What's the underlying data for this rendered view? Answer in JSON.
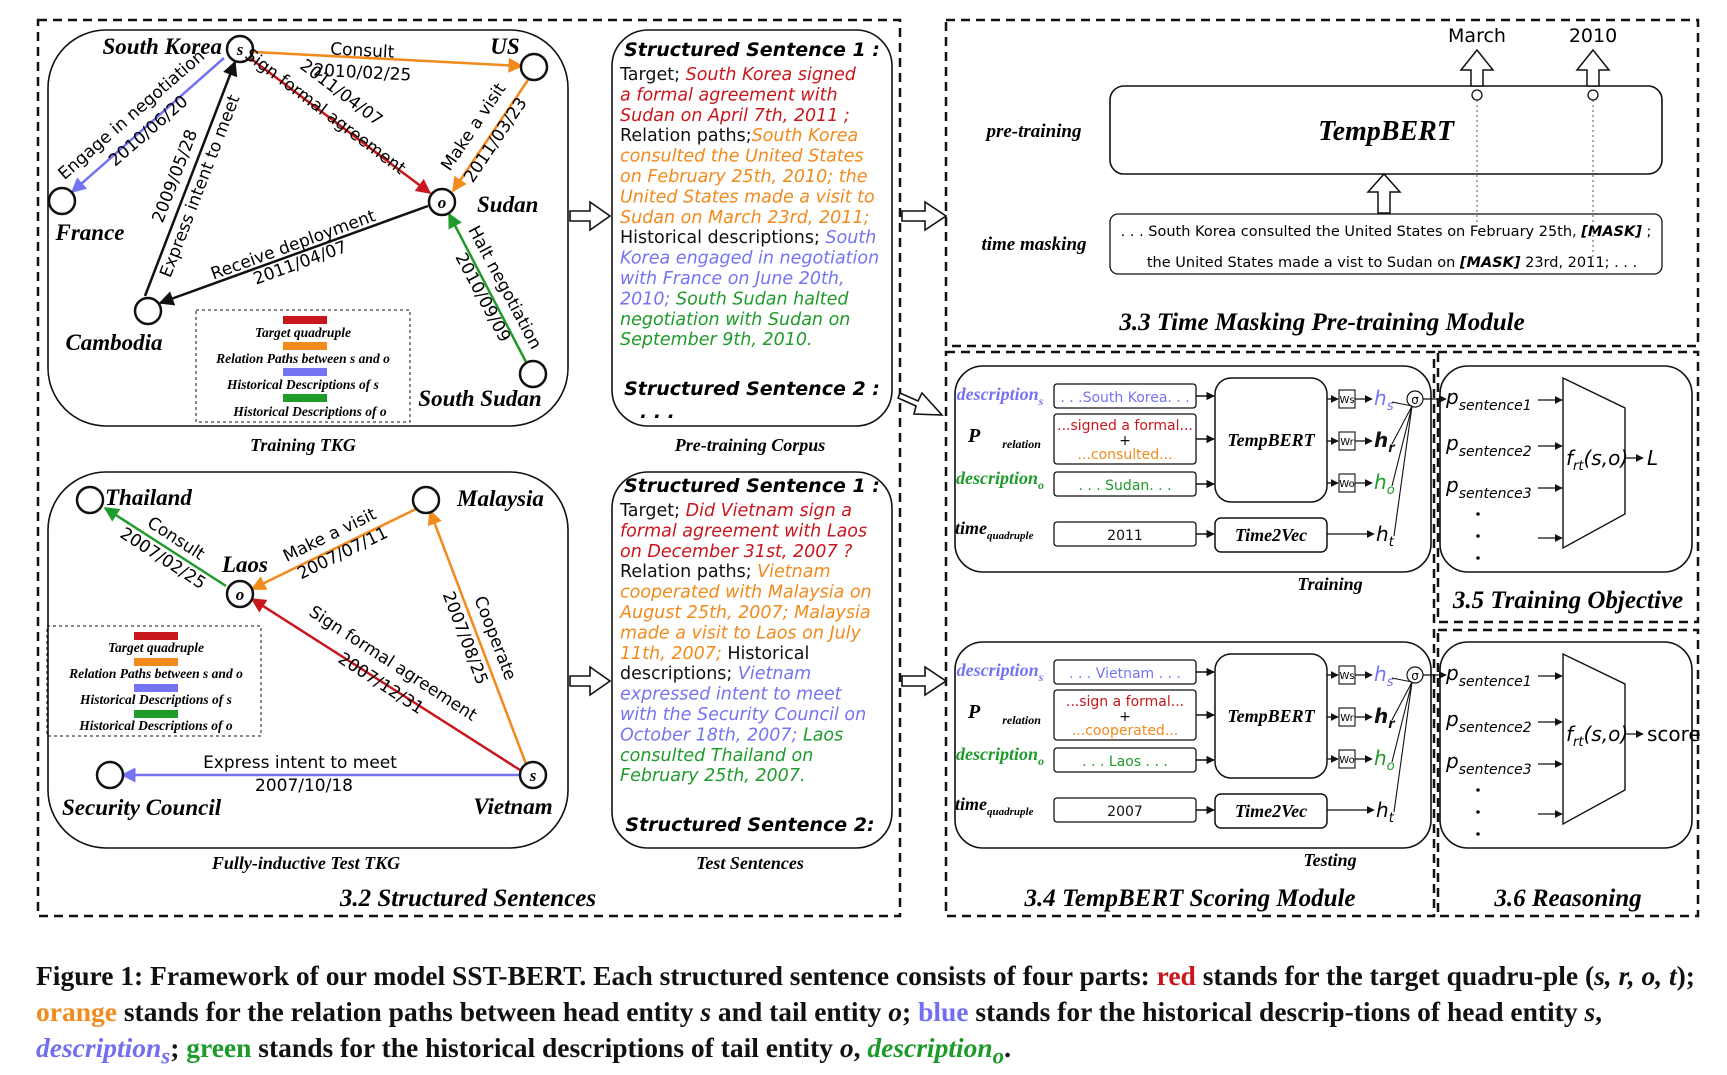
{
  "colors": {
    "red": "#c8171c",
    "orange": "#f28a1c",
    "blue": "#7474f2",
    "green": "#1f9b2b",
    "black": "#111111"
  },
  "sections": {
    "structured_sentences": "3.2 Structured Sentences",
    "time_masking": "3.3 Time Masking Pre-training Module",
    "scoring": "3.4 TempBERT Scoring Module",
    "training_objective": "3.5 Training Objective",
    "reasoning": "3.6 Reasoning"
  },
  "training_tkg": {
    "label": "Training TKG",
    "nodes": {
      "s_letter": "s",
      "o_letter": "o",
      "south_korea": "South Korea",
      "us": "US",
      "sudan": "Sudan",
      "france": "France",
      "cambodia": "Cambodia",
      "south_sudan": "South Sudan"
    },
    "edges": {
      "consult": "Consult",
      "consult_date": "2010/02/25",
      "sign": "Sign formal agreement",
      "sign_date": "2011/04/07",
      "visit": "Make a visit",
      "visit_date": "2011/03/23",
      "engage": "Engage in negotiation",
      "engage_date": "2010/06/20",
      "express": "Express intent to meet",
      "express_date": "2009/05/28",
      "receive": "Receive deployment",
      "receive_date": "2011/04/07",
      "halt": "Halt negotiation",
      "halt_date": "2010/09/09"
    },
    "legend": [
      "Target quadruple",
      "Relation Paths between s and o",
      "Historical Descriptions of s",
      "Historical Descriptions of o"
    ]
  },
  "test_tkg": {
    "label": "Fully-inductive Test TKG",
    "nodes": {
      "o_letter": "o",
      "s_letter": "s",
      "thailand": "Thailand",
      "malaysia": "Malaysia",
      "laos": "Laos",
      "security_council": "Security Council",
      "vietnam": "Vietnam"
    },
    "edges": {
      "consult": "Consult",
      "consult_date": "2007/02/25",
      "visit": "Make a visit",
      "visit_date": "2007/07/11",
      "cooperate": "Cooperate",
      "cooperate_date": "2007/08/25",
      "sign": "Sign formal agreement",
      "sign_date": "2007/12/31",
      "express": "Express intent to meet",
      "express_date": "2007/10/18"
    },
    "legend": [
      "Target quadruple",
      "Relation Paths between s and o",
      "Historical Descriptions of s",
      "Historical Descriptions of o"
    ]
  },
  "pretrain_corpus": {
    "label": "Pre-training Corpus",
    "title1": "Structured Sentence 1 :",
    "lines": [
      [
        {
          "t": "Target; ",
          "c": "k"
        },
        {
          "t": "South Korea signed",
          "c": "r"
        }
      ],
      [
        {
          "t": "a formal agreement with",
          "c": "r"
        }
      ],
      [
        {
          "t": "Sudan on April 7th, 2011 ;",
          "c": "r"
        }
      ],
      [
        {
          "t": "Relation paths;",
          "c": "k"
        },
        {
          "t": "South Korea",
          "c": "o"
        }
      ],
      [
        {
          "t": "consulted the United States",
          "c": "o"
        }
      ],
      [
        {
          "t": "on February 25th, 2010; the",
          "c": "o"
        }
      ],
      [
        {
          "t": "United States made a visit to",
          "c": "o"
        }
      ],
      [
        {
          "t": "Sudan on March 23rd, 2011;",
          "c": "o"
        }
      ],
      [
        {
          "t": "Historical descriptions; ",
          "c": "k"
        },
        {
          "t": "South",
          "c": "b"
        }
      ],
      [
        {
          "t": "Korea engaged in negotiation",
          "c": "b"
        }
      ],
      [
        {
          "t": "with France on June 20th,",
          "c": "b"
        }
      ],
      [
        {
          "t": "2010;  ",
          "c": "b"
        },
        {
          "t": "South Sudan halted",
          "c": "g"
        }
      ],
      [
        {
          "t": "negotiation with Sudan on",
          "c": "g"
        }
      ],
      [
        {
          "t": "September 9th, 2010.",
          "c": "g"
        }
      ]
    ],
    "title2": "Structured Sentence 2 :",
    "dots": ".   .   ."
  },
  "test_sentences": {
    "label": "Test Sentences",
    "title1": "Structured Sentence 1 :",
    "lines": [
      [
        {
          "t": "Target;  ",
          "c": "k"
        },
        {
          "t": "Did Vietnam sign a",
          "c": "r"
        }
      ],
      [
        {
          "t": "formal agreement with Laos",
          "c": "r"
        }
      ],
      [
        {
          "t": "on December 31st, 2007 ?",
          "c": "r"
        }
      ],
      [
        {
          "t": "Relation paths; ",
          "c": "k"
        },
        {
          "t": "Vietnam",
          "c": "o"
        }
      ],
      [
        {
          "t": "cooperated with Malaysia on",
          "c": "o"
        }
      ],
      [
        {
          "t": "August 25th, 2007; Malaysia",
          "c": "o"
        }
      ],
      [
        {
          "t": "made a visit to Laos on July",
          "c": "o"
        }
      ],
      [
        {
          "t": "11th, 2007;  ",
          "c": "o"
        },
        {
          "t": "Historical",
          "c": "k"
        }
      ],
      [
        {
          "t": "descriptions; ",
          "c": "k"
        },
        {
          "t": "Vietnam",
          "c": "b"
        }
      ],
      [
        {
          "t": "expressed intent to meet",
          "c": "b"
        }
      ],
      [
        {
          "t": "with the Security Council on",
          "c": "b"
        }
      ],
      [
        {
          "t": "October 18th, 2007; ",
          "c": "b"
        },
        {
          "t": "Laos",
          "c": "g"
        }
      ],
      [
        {
          "t": "consulted Thailand on",
          "c": "g"
        }
      ],
      [
        {
          "t": "February 25th, 2007.",
          "c": "g"
        }
      ]
    ],
    "title2": "Structured Sentence 2:"
  },
  "time_masking": {
    "pretraining_label": "pre-training",
    "masking_label": "time masking",
    "model": "TempBERT",
    "out1": "March",
    "out2": "2010",
    "line1_a": ". . . South Korea consulted the United States on February 25th, ",
    "line1_mask": "[MASK]",
    "line1_b": " ;",
    "line2_a": "the United States made a vist to Sudan on ",
    "line2_mask": "[MASK]",
    "line2_b": " 23rd, 2011; . . ."
  },
  "training_block": {
    "label": "Training",
    "desc_s": "description",
    "sub_s": "s",
    "p_rel": "P",
    "sub_rel": "relation",
    "desc_o": "description",
    "sub_o": "o",
    "time": "time",
    "sub_time": "quadruple",
    "in_s": ". . .South Korea. . .",
    "in_r1": "...signed a formal...",
    "plus": "+",
    "in_r2": "...consulted...",
    "in_o": ". . . Sudan. . .",
    "in_t": "2011",
    "model": "TempBERT",
    "t2v": "Time2Vec",
    "w_s": "Ws",
    "w_r": "Wr",
    "w_o": "Wo",
    "h": "h",
    "sigma": "σ"
  },
  "testing_block": {
    "label": "Testing",
    "in_s": ". . . Vietnam . . .",
    "in_r1": "...sign a formal...",
    "plus": "+",
    "in_r2": "...cooperated...",
    "in_o": ". . . Laos . . .",
    "in_t": "2007",
    "model": "TempBERT",
    "t2v": "Time2Vec"
  },
  "objective": {
    "p": "p",
    "sent1": "sentence1",
    "sent2": "sentence2",
    "sent3": "sentence3",
    "f": "f",
    "f_sub": "rt",
    "f_args": "(s,o)",
    "out_train": "L",
    "out_test": "score"
  },
  "caption": {
    "prefix": "Figure 1: Framework of our model SST-BERT. Each structured sentence consists of four parts: ",
    "red": "red",
    "red_text": " stands for the target quadru-ple (",
    "quad": "s, r, o, t",
    "after_quad": "); ",
    "orange": "orange",
    "orange_text": " stands for the relation paths between head entity ",
    "s": "s",
    "and_tail": " and tail entity ",
    "o": "o",
    "semicolon": "; ",
    "blue": "blue",
    "blue_text": " stands for the historical descrip-tions of head entity  ",
    "comma": ", ",
    "desc": "description",
    "green": "green",
    "green_text": " stands for the historical descriptions of tail entity ",
    "end": "."
  }
}
